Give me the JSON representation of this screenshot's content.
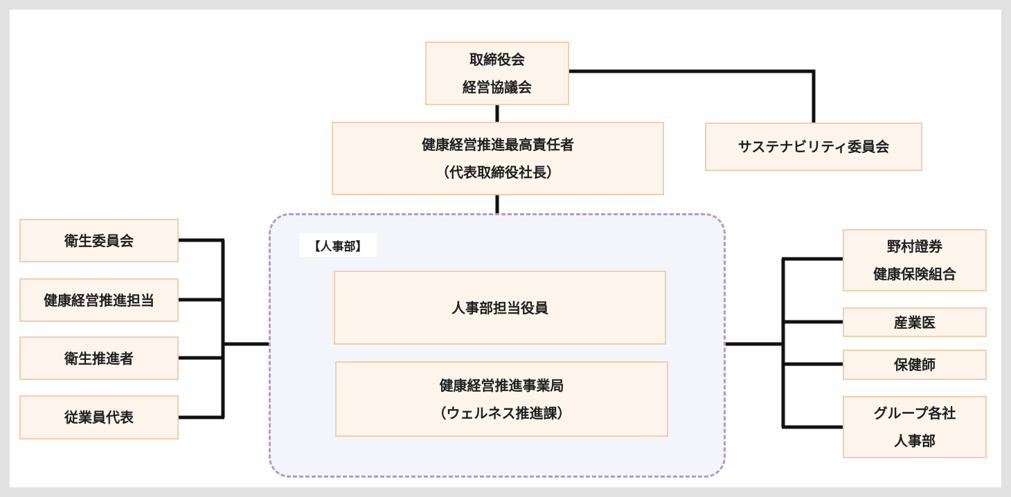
{
  "diagram": {
    "top": {
      "board_line1": "取締役会",
      "board_line2": "経営協議会",
      "sustainability": "サステナビリティ委員会",
      "officer_line1": "健康経営推進最高責任者",
      "officer_line2": "（代表取締役社長）"
    },
    "hr": {
      "label": "【人事部】",
      "executive": "人事部担当役員",
      "office_line1": "健康経営推進事業局",
      "office_line2": "（ウェルネス推進課）"
    },
    "left": [
      "衛生委員会",
      "健康経営推進担当",
      "衛生推進者",
      "従業員代表"
    ],
    "right": {
      "union_line1": "野村證券",
      "union_line2": "健康保険組合",
      "doctor": "産業医",
      "nurse": "保健師",
      "group_line1": "グループ各社",
      "group_line2": "人事部"
    },
    "colors": {
      "box_fill": "#fdf4ec",
      "box_border": "#f0cfae",
      "group_fill": "#f4f5fb",
      "group_border": "#b39bc4",
      "connector": "#111111"
    }
  }
}
